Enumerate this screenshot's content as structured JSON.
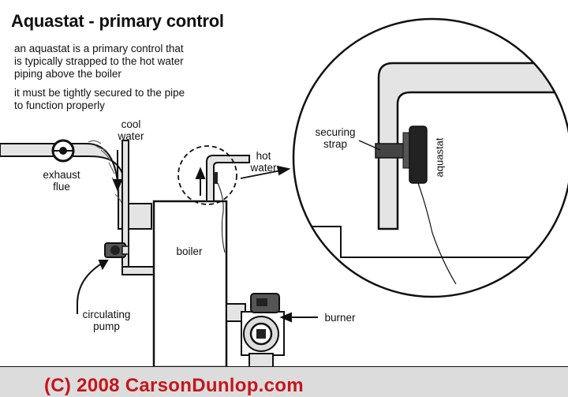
{
  "title": "Aquastat - primary control",
  "description": {
    "line1": "an aquastat is a primary control that",
    "line2": "is typically strapped to the hot water",
    "line3": "piping above the boiler",
    "line4": "it must be tightly secured to the pipe",
    "line5": "to function properly"
  },
  "labels": {
    "cool_water_1": "cool",
    "cool_water_2": "water",
    "hot_water_1": "hot",
    "hot_water_2": "water",
    "exhaust_1": "exhaust",
    "exhaust_2": "flue",
    "boiler": "boiler",
    "circulating_1": "circulating",
    "circulating_2": "pump",
    "burner": "burner",
    "securing_1": "securing",
    "securing_2": "strap",
    "aquastat": "aquastat"
  },
  "copyright": "(C) 2008 CarsonDunlop.com",
  "colors": {
    "copyright": "#c4161c",
    "footer_band": "#dcdcdc",
    "pipe_fill": "#e4e4e4",
    "line": "#111111"
  }
}
